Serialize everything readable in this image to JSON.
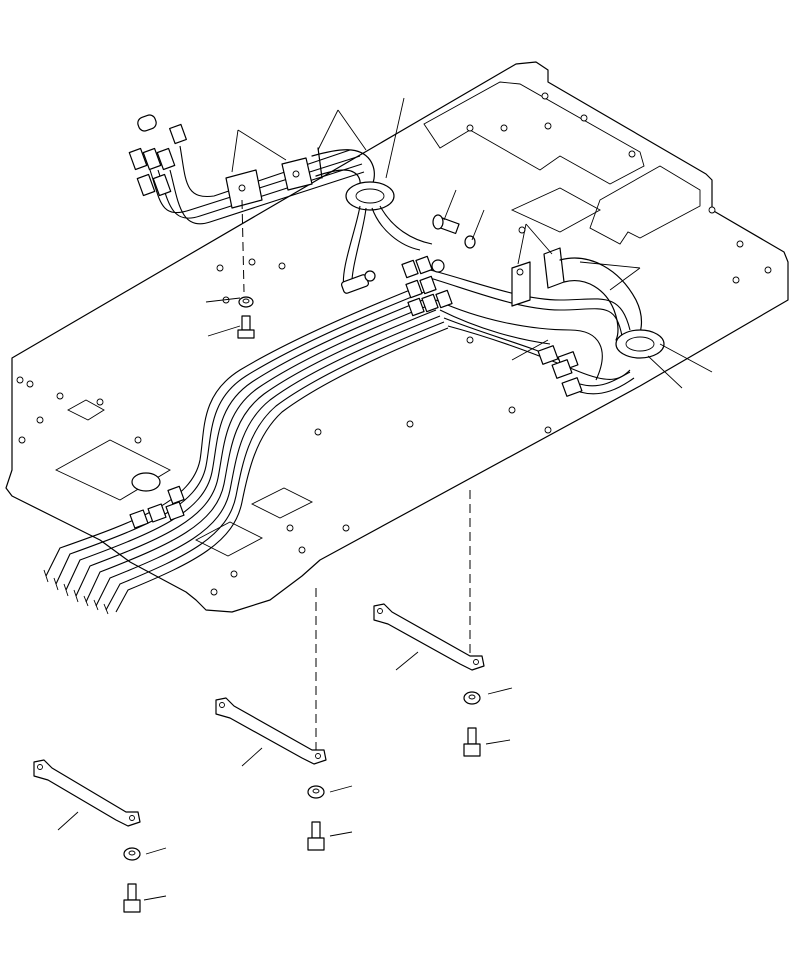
{
  "diagram": {
    "background": "#ffffff",
    "line_color": "#000000",
    "parts": [
      {
        "id": "floor-plate",
        "icon": "floor-plate-outline"
      },
      {
        "id": "hose-bundle",
        "icon": "hydraulic-hose-bundle"
      },
      {
        "id": "upper-clamp-left",
        "icon": "hose-clamp"
      },
      {
        "id": "upper-clamp-right",
        "icon": "hose-clamp"
      },
      {
        "id": "grommet-left",
        "icon": "rubber-grommet"
      },
      {
        "id": "grommet-right",
        "icon": "rubber-grommet"
      },
      {
        "id": "support-bar",
        "icon": "support-bar"
      },
      {
        "id": "bolt",
        "icon": "hex-bolt"
      },
      {
        "id": "washer",
        "icon": "washer"
      }
    ]
  }
}
